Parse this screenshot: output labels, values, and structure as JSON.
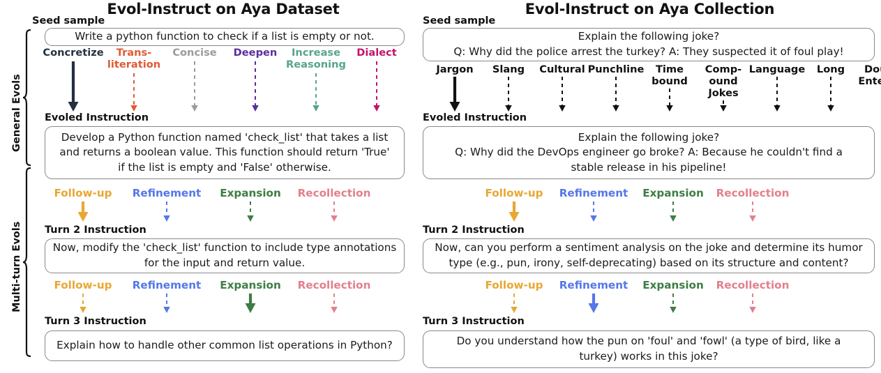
{
  "panels": [
    {
      "id": "left",
      "title": "Evol-Instruct on Aya Dataset",
      "seed_label": "Seed sample",
      "seed_text": [
        "Write a  python function to check if a list is empty or not."
      ],
      "general_evols": [
        {
          "label": [
            "Concretize"
          ],
          "color": "#23313f",
          "selected": true
        },
        {
          "label": [
            "Trans-",
            "literation"
          ],
          "color": "#e05a35",
          "selected": false
        },
        {
          "label": [
            "Concise"
          ],
          "color": "#9b9b9b",
          "selected": false
        },
        {
          "label": [
            "Deepen"
          ],
          "color": "#5b2d9e",
          "selected": false
        },
        {
          "label": [
            "Increase",
            "Reasoning"
          ],
          "color": "#56a58c",
          "selected": false
        },
        {
          "label": [
            "Dialect"
          ],
          "color": "#c2136b",
          "selected": false
        }
      ],
      "evolved_label": "Evoled Instruction",
      "evolved_text": [
        "Develop a Python function named 'check_list' that takes a list",
        "and returns a boolean value. This function should return 'True'",
        "if the list is empty and 'False' otherwise."
      ],
      "turn2_evols": [
        {
          "label": "Follow-up",
          "color": "#e8a733",
          "selected": true
        },
        {
          "label": "Refinement",
          "color": "#5577e8",
          "selected": false
        },
        {
          "label": "Expansion",
          "color": "#3f7d43",
          "selected": false
        },
        {
          "label": "Recollection",
          "color": "#e2808c",
          "selected": false
        }
      ],
      "turn2_label": "Turn 2 Instruction",
      "turn2_text": [
        "Now, modify the 'check_list' function to include type annotations",
        "for the input and return value."
      ],
      "turn3_evols": [
        {
          "label": "Follow-up",
          "color": "#e8a733",
          "selected": false
        },
        {
          "label": "Refinement",
          "color": "#5577e8",
          "selected": false
        },
        {
          "label": "Expansion",
          "color": "#3f7d43",
          "selected": true
        },
        {
          "label": "Recollection",
          "color": "#e2808c",
          "selected": false
        }
      ],
      "turn3_label": "Turn 3 Instruction",
      "turn3_text": [
        "Explain how to handle other common list operations in Python?"
      ]
    },
    {
      "id": "right",
      "title": "Evol-Instruct on Aya Collection",
      "seed_label": "Seed sample",
      "seed_text": [
        "Explain the following joke?",
        "Q: Why did the police arrest the turkey? A: They suspected it of foul play!"
      ],
      "general_evols": [
        {
          "label": [
            "Jargon"
          ],
          "color": "#111111",
          "selected": true
        },
        {
          "label": [
            "Slang"
          ],
          "color": "#111111",
          "selected": false
        },
        {
          "label": [
            "Cultural"
          ],
          "color": "#111111",
          "selected": false
        },
        {
          "label": [
            "Punchline"
          ],
          "color": "#111111",
          "selected": false
        },
        {
          "label": [
            "Time",
            "bound"
          ],
          "color": "#111111",
          "selected": false
        },
        {
          "label": [
            "Comp-",
            "ound",
            "Jokes"
          ],
          "color": "#111111",
          "selected": false
        },
        {
          "label": [
            "Language"
          ],
          "color": "#111111",
          "selected": false
        },
        {
          "label": [
            "Long"
          ],
          "color": "#111111",
          "selected": false
        },
        {
          "label": [
            "Double",
            "Entendre"
          ],
          "color": "#111111",
          "selected": false
        }
      ],
      "evolved_label": "Evoled Instruction",
      "evolved_text": [
        "Explain the following joke?",
        "Q: Why did the DevOps engineer go broke? A: Because he couldn't find a",
        "stable release in his pipeline!"
      ],
      "turn2_evols": [
        {
          "label": "Follow-up",
          "color": "#e8a733",
          "selected": true
        },
        {
          "label": "Refinement",
          "color": "#5577e8",
          "selected": false
        },
        {
          "label": "Expansion",
          "color": "#3f7d43",
          "selected": false
        },
        {
          "label": "Recollection",
          "color": "#e2808c",
          "selected": false
        }
      ],
      "turn2_label": "Turn 2 Instruction",
      "turn2_text": [
        "Now, can you perform a sentiment analysis on the joke and determine its humor",
        "type (e.g., pun, irony, self-deprecating) based on its structure and content?"
      ],
      "turn3_evols": [
        {
          "label": "Follow-up",
          "color": "#e8a733",
          "selected": false
        },
        {
          "label": "Refinement",
          "color": "#5577e8",
          "selected": true
        },
        {
          "label": "Expansion",
          "color": "#3f7d43",
          "selected": false
        },
        {
          "label": "Recollection",
          "color": "#e2808c",
          "selected": false
        }
      ],
      "turn3_label": "Turn 3 Instruction",
      "turn3_text": [
        "Do you understand how the pun on 'foul' and 'fowl' (a type of bird, like a",
        "turkey) works in this joke?"
      ]
    }
  ],
  "side_labels": [
    {
      "text": "General Evols"
    },
    {
      "text": "Multi-turn Evols"
    }
  ]
}
